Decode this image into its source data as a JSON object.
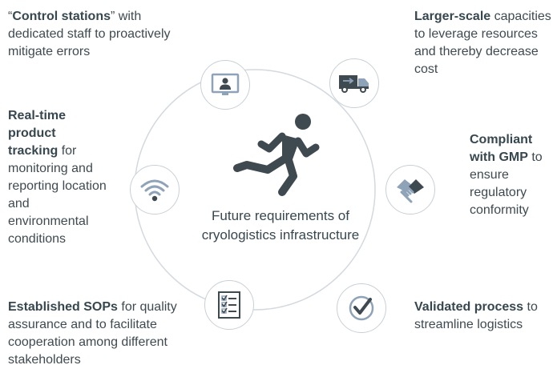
{
  "center": {
    "line1": "Future requirements of",
    "line2": "cryologistics infrastructure"
  },
  "items": [
    {
      "bold": "Control stations",
      "pre": "“",
      "post": "” with dedicated staff to proactively mitigate errors",
      "icon": "monitor-user-icon"
    },
    {
      "bold": "Larger-scale",
      "pre": "",
      "post": " capacities to leverage resources and thereby decrease cost",
      "icon": "truck-icon"
    },
    {
      "bold": "Compliant with GMP",
      "pre": "",
      "post": " to ensure regulatory conformity",
      "icon": "handshake-icon"
    },
    {
      "bold": "Validated process",
      "pre": "",
      "post": " to streamline logistics",
      "icon": "checkmark-icon"
    },
    {
      "bold": "Established SOPs",
      "pre": "",
      "post": " for quality assurance and to facilitate cooperation among different stakeholders",
      "icon": "checklist-icon"
    },
    {
      "bold": "Real-time product tracking",
      "pre": "",
      "post": " for monitoring and reporting location and environmental conditions",
      "icon": "wifi-signal-icon"
    }
  ],
  "colors": {
    "icon_dark": "#3f4a50",
    "icon_light": "#8fa3b8",
    "ring": "#d3d9de",
    "text": "#3f4a50"
  }
}
